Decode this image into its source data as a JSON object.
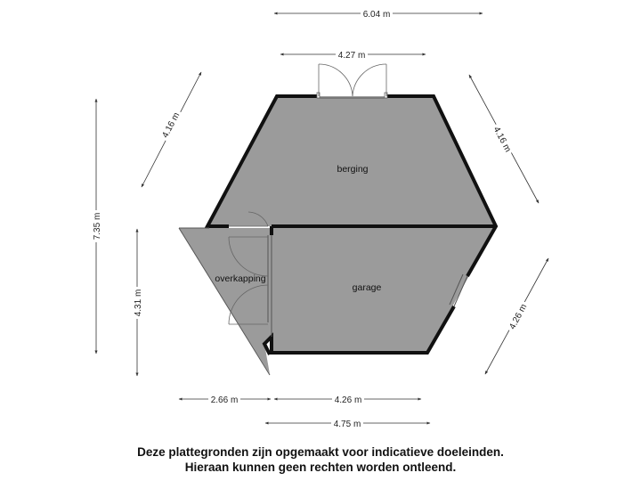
{
  "rooms": {
    "berging": "berging",
    "garage": "garage",
    "overkapping": "overkapping"
  },
  "dimensions": {
    "top_overall": "6.04 m",
    "top_inner": "4.27 m",
    "upper_left_diagonal": "4.16 m",
    "upper_right_diagonal": "4.16 m",
    "left_overall": "7.35 m",
    "left_inner": "4.31 m",
    "lower_right_diagonal": "4.26 m",
    "bottom_left": "2.66 m",
    "bottom_middle": "4.26 m",
    "bottom_overall": "4.75 m"
  },
  "disclaimer": {
    "line1": "Deze plattegronden zijn opgemaakt voor indicatieve doeleinden.",
    "line2": "Hieraan kunnen geen rechten worden ontleend."
  },
  "colors": {
    "room_fill": "#9b9b9b",
    "wall": "#111111",
    "dimension_line": "#333333",
    "background": "#ffffff"
  }
}
